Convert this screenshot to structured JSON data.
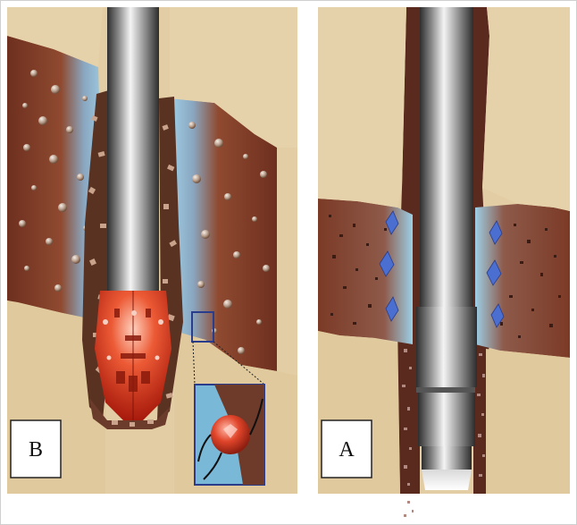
{
  "panels": [
    {
      "id": "left",
      "label": "B"
    },
    {
      "id": "right",
      "label": "A"
    }
  ],
  "colors": {
    "sand": "#e2cda4",
    "sand_shadow": "#c9b285",
    "formation_brown": "#7a3a25",
    "invasion_blue": "#8fc6de",
    "invasion_blue_dark": "#5a8fc0",
    "pipe_light": "#f1f1f1",
    "pipe_dark": "#3b3b3b",
    "bit_red": "#d9341a",
    "cuttings": "#6b3b2b",
    "inset_border": "#2a3c8c"
  },
  "icons": [
    "magnifier-inset",
    "drill-bit-icon",
    "collar-icon"
  ]
}
